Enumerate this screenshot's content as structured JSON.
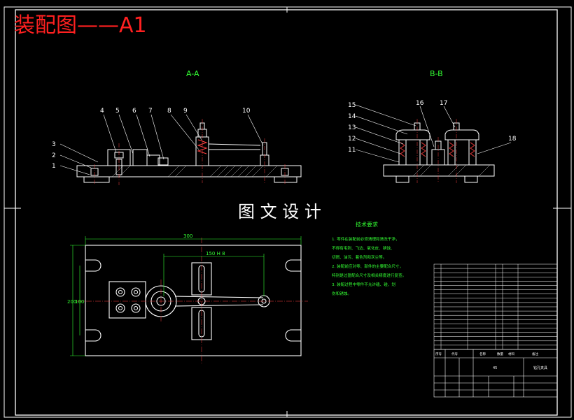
{
  "page_title": "装配图——A1",
  "views": {
    "section_aa": "A-A",
    "section_bb": "B-B",
    "center_text": "图 文 设 计"
  },
  "leaders_left": [
    "1",
    "2",
    "3",
    "4",
    "5",
    "6",
    "7",
    "8",
    "9",
    "10"
  ],
  "leaders_right": [
    "11",
    "12",
    "13",
    "14",
    "15",
    "16",
    "17",
    "18"
  ],
  "dims": {
    "overall_width": "300",
    "inner_width": "150 H 8",
    "overall_height": "200",
    "inner_height": "100"
  },
  "tech_requirements": {
    "title": "技术要求",
    "lines": [
      "1. 零件在装配前必须清理和清洗干净，",
      "不得有毛刺、飞边、氧化皮、锈蚀、",
      "切屑、油污、着色剂和灰尘等。",
      "2. 装配前应对零、部件的主要配合尺寸，",
      "特别是过盈配合尺寸及相关精度进行复查。",
      "3. 装配过程中零件不允许磕、碰、划",
      "伤和锈蚀。"
    ]
  },
  "title_block": {
    "designation": "钻孔夹具",
    "material": "45",
    "headers": [
      "序号",
      "代号",
      "名称",
      "数量",
      "材料",
      "备注"
    ]
  },
  "colors": {
    "background": "#000000",
    "line": "#ffffff",
    "dimension": "#33ff33",
    "title": "#ff2020",
    "centerline": "#ff4040"
  }
}
